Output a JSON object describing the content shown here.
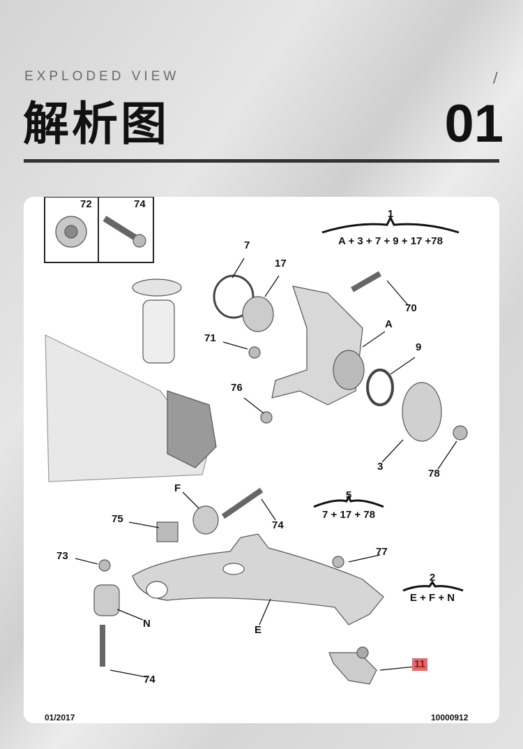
{
  "header": {
    "subtitle": "EXPLODED VIEW",
    "slash": "/",
    "title": "解析图",
    "number": "01"
  },
  "diagram": {
    "inset_labels": [
      "72",
      "74"
    ],
    "groups": [
      {
        "id": "1",
        "formula": "A + 3 + 7 + 9 + 17 +78"
      },
      {
        "id": "5",
        "formula": "7 + 17 + 78"
      },
      {
        "id": "2",
        "formula": "E + F + N"
      }
    ],
    "callouts": {
      "c7": "7",
      "c17": "17",
      "c70": "70",
      "cA": "A",
      "c71": "71",
      "c9": "9",
      "c76": "76",
      "c3": "3",
      "c78": "78",
      "cF": "F",
      "c75": "75",
      "c74a": "74",
      "c73": "73",
      "c77": "77",
      "cN": "N",
      "cE": "E",
      "c11": "11",
      "c74b": "74"
    },
    "highlight_color": "#e26a6a",
    "date": "01/2017",
    "ref": "10000912"
  }
}
